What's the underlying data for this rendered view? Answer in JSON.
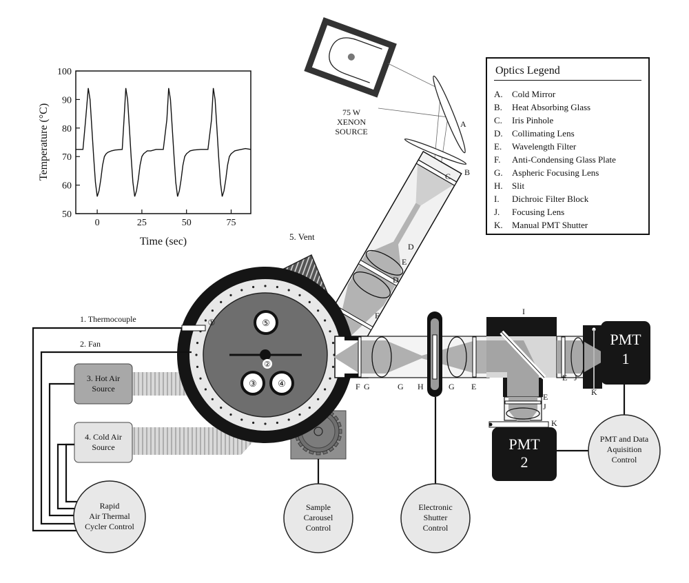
{
  "chart_data": {
    "type": "line",
    "xlabel": "Time (sec)",
    "ylabel": "Temperature (°C)",
    "xlim": [
      -12,
      86
    ],
    "ylim": [
      50,
      100
    ],
    "x_ticks": [
      "0",
      "25",
      "50",
      "75"
    ],
    "y_ticks": [
      "50",
      "60",
      "70",
      "80",
      "90",
      "100"
    ],
    "grid": false,
    "series": [
      {
        "x": [
          -12,
          -8,
          -6.5,
          -5,
          -4,
          -3,
          -2,
          -1,
          0,
          1,
          2,
          3,
          4,
          5,
          6,
          8,
          10,
          14,
          15,
          16,
          17,
          18,
          19,
          20,
          21,
          22,
          23,
          24,
          25,
          26,
          27,
          28,
          30,
          33,
          37,
          39,
          40,
          41,
          42,
          43,
          44,
          45,
          46,
          47,
          48,
          49,
          50,
          51,
          52,
          54,
          58,
          62,
          64,
          65,
          66,
          67,
          68,
          69,
          70,
          71,
          72,
          73,
          74,
          75,
          76,
          77,
          79,
          83,
          86
        ],
        "y": [
          72.5,
          72.5,
          83,
          94,
          90,
          80,
          70,
          61,
          56,
          58,
          62,
          67,
          70,
          71,
          71.5,
          72,
          72.3,
          72.5,
          83,
          94,
          90,
          80,
          70,
          61,
          56,
          58,
          62,
          67,
          70,
          71,
          71.5,
          72,
          72,
          72.5,
          72.5,
          83,
          94,
          90,
          80,
          70,
          61,
          56,
          58,
          62,
          67,
          70,
          71,
          71.5,
          72,
          72.3,
          72.5,
          72.5,
          83,
          94,
          90,
          80,
          70,
          61,
          56,
          58,
          62,
          67,
          70,
          71,
          71.5,
          72,
          72.3,
          72.8,
          72.5
        ]
      }
    ]
  },
  "source": {
    "wattage": "75 W",
    "lamp": "XENON",
    "word": "SOURCE"
  },
  "legend": {
    "title": "Optics Legend",
    "items": [
      {
        "key": "A.",
        "label": "Cold Mirror"
      },
      {
        "key": "B.",
        "label": "Heat Absorbing Glass"
      },
      {
        "key": "C.",
        "label": "Iris Pinhole"
      },
      {
        "key": "D.",
        "label": "Collimating Lens"
      },
      {
        "key": "E.",
        "label": "Wavelength Filter"
      },
      {
        "key": "F.",
        "label": "Anti-Condensing Glass Plate"
      },
      {
        "key": "G.",
        "label": "Aspheric Focusing Lens"
      },
      {
        "key": "H.",
        "label": "Slit"
      },
      {
        "key": "I.",
        "label": "Dichroic Filter Block"
      },
      {
        "key": "J.",
        "label": "Focusing Lens"
      },
      {
        "key": "K.",
        "label": "Manual PMT Shutter"
      }
    ]
  },
  "letters": {
    "a": "A",
    "b": "B",
    "c": "C",
    "d": "D",
    "e": "E",
    "f": "F",
    "g": "G",
    "h": "H",
    "i": "I",
    "j": "J",
    "k": "K"
  },
  "chamber": {
    "thermocouple": "1. Thermocouple",
    "fan": "2. Fan",
    "hot_air": [
      "3. Hot Air",
      "Source"
    ],
    "cold_air": [
      "4. Cold Air",
      "Source"
    ],
    "vent": "5. Vent",
    "markers": [
      "①",
      "②",
      "③",
      "④",
      "⑤"
    ]
  },
  "pmt": {
    "one": [
      "PMT",
      "1"
    ],
    "two": [
      "PMT",
      "2"
    ]
  },
  "controls": {
    "thermal": [
      "Rapid",
      "Air Thermal",
      "Cycler Control"
    ],
    "carousel": [
      "Sample",
      "Carousel",
      "Control"
    ],
    "shutter": [
      "Electronic",
      "Shutter",
      "Control"
    ],
    "pmt_data": [
      "PMT and Data",
      "Aquisition",
      "Control"
    ]
  },
  "colors": {
    "ink": "#111111",
    "dark_gray": "#3a3a3a",
    "mid_gray": "#8c8c8c",
    "light_gray": "#c8c8c8",
    "pale_gray": "#e2e2e2",
    "beam": "#a9a9a9"
  }
}
